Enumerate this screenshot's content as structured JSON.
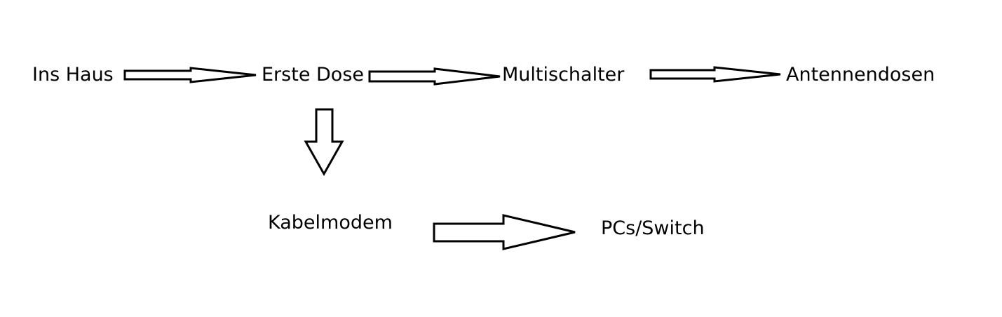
{
  "diagram": {
    "nodes": {
      "ins_haus": "Ins Haus",
      "erste_dose": "Erste Dose",
      "multischalter": "Multischalter",
      "antennendosen": "Antennendosen",
      "kabelmodem": "Kabelmodem",
      "pcs_switch": "PCs/Switch"
    },
    "edges": [
      {
        "from": "Ins Haus",
        "to": "Erste Dose"
      },
      {
        "from": "Erste Dose",
        "to": "Multischalter"
      },
      {
        "from": "Multischalter",
        "to": "Antennendosen"
      },
      {
        "from": "Erste Dose",
        "to": "Kabelmodem"
      },
      {
        "from": "Kabelmodem",
        "to": "PCs/Switch"
      }
    ],
    "colors": {
      "stroke": "#000000",
      "fill": "#ffffff",
      "text": "#000000"
    }
  }
}
